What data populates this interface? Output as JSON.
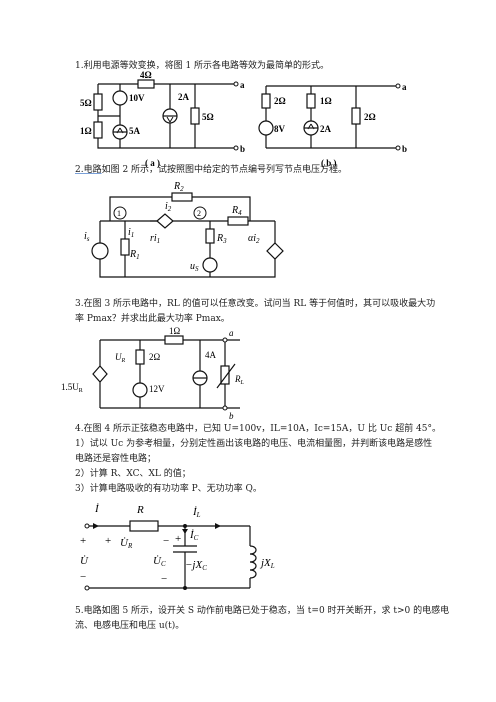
{
  "q1": {
    "text": "1.利用电源等效变换，将图 1 所示各电路等效为最简单的形式。",
    "fig_a": {
      "caption": "( a )",
      "r_top": "4Ω",
      "r_left_top": "5Ω",
      "r_left_bot": "1Ω",
      "vs": "10V",
      "cs_mid": "2A",
      "cs_bot": "5A",
      "r_right": "5Ω",
      "node_a": "a",
      "node_b": "b"
    },
    "fig_b": {
      "caption": "( b )",
      "r_left": "2Ω",
      "r_mid": "1Ω",
      "r_right": "2Ω",
      "vs": "8V",
      "cs": "2A",
      "node_a": "a",
      "node_b": "b"
    }
  },
  "q2": {
    "text_lead": "2.电路",
    "text_rest": "如图 2 所示，试按照图中给定的节点编号列写节点电压方程。",
    "fig": {
      "r2": "R",
      "r2_sub": "2",
      "i2": "i",
      "i2_sub": "2",
      "node1": "1",
      "node2": "2",
      "r4": "R",
      "r4_sub": "4",
      "is": "i",
      "is_sub": "s",
      "i1": "i",
      "i1_sub": "1",
      "ri1": "ri",
      "ri1_sub": "1",
      "r3": "R",
      "r3_sub": "3",
      "r1": "R",
      "r1_sub": "1",
      "us": "u",
      "us_sub": "S",
      "ai2": "αi",
      "ai2_sub": "2"
    }
  },
  "q3": {
    "text_l1": "3.在图 3 所示电路中，RL 的值可以任意改变。试问当 RL 等于何值时，其可以吸收最大功",
    "text_l2": "率 Pmax？并求出此最大功率 Pmax。",
    "fig": {
      "r_top": "1Ω",
      "node_a": "a",
      "node_b": "b",
      "ur": "U",
      "ur_sub": "R",
      "r_mid": "2Ω",
      "vs": "12V",
      "cs": "4A",
      "rl": "R",
      "rl_sub": "L",
      "dep": "1.5U",
      "dep_sub": "R"
    }
  },
  "q4": {
    "text_l1": "4.在图 4 所示正弦稳态电路中，已知 U=100v，IL=10A，Ic=15A，U 比 Uc 超前 45°。",
    "item1_l1": "1）试以 Uc 为参考相量，分别定性画出该电路的电压、电流相量图，并判断该电路是感性",
    "item1_l2": "电路还是容性电路；",
    "item2": "2）计算 R、XC、XL 的值；",
    "item3": "3）计算电路吸收的有功功率 P、无功功率 Q。",
    "fig": {
      "i": "İ",
      "r": "R",
      "il": "İ",
      "il_sub": "L",
      "ur": "U̇",
      "ur_sub": "R",
      "ic": "İ",
      "ic_sub": "C",
      "u": "U̇",
      "uc": "U̇",
      "uc_sub": "C",
      "xc": "−jX",
      "xc_sub": "C",
      "xl": "jX",
      "xl_sub": "L"
    }
  },
  "q5": {
    "text_l1": "5.电路如图 5 所示，设开关 S 动作前电路已处于稳态，当 t=0 时开关断开，求 t>0 的电感电",
    "text_l2": "流、电感电压和电压 u(t)。"
  }
}
